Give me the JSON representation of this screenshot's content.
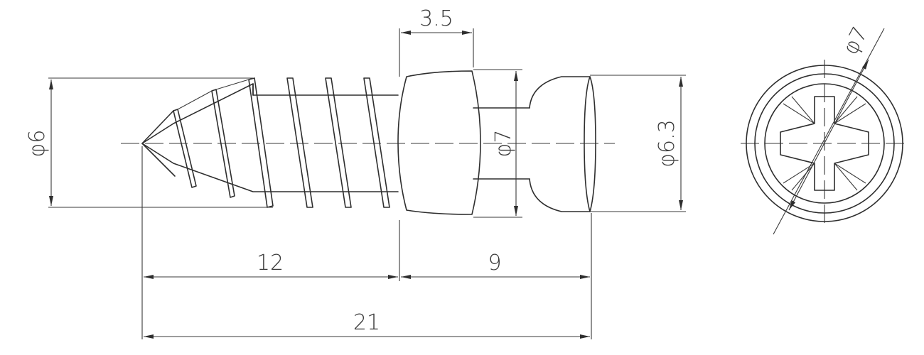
{
  "dimensions": {
    "thread_diameter": "φ6",
    "collar_width": "3.5",
    "collar_diameter": "φ7",
    "head_diameter": "φ6.3",
    "thread_length": "12",
    "head_length": "9",
    "total_length": "21",
    "end_view_diameter": "φ7"
  },
  "colors": {
    "line": "#2e2e2e",
    "background": "#ffffff"
  }
}
